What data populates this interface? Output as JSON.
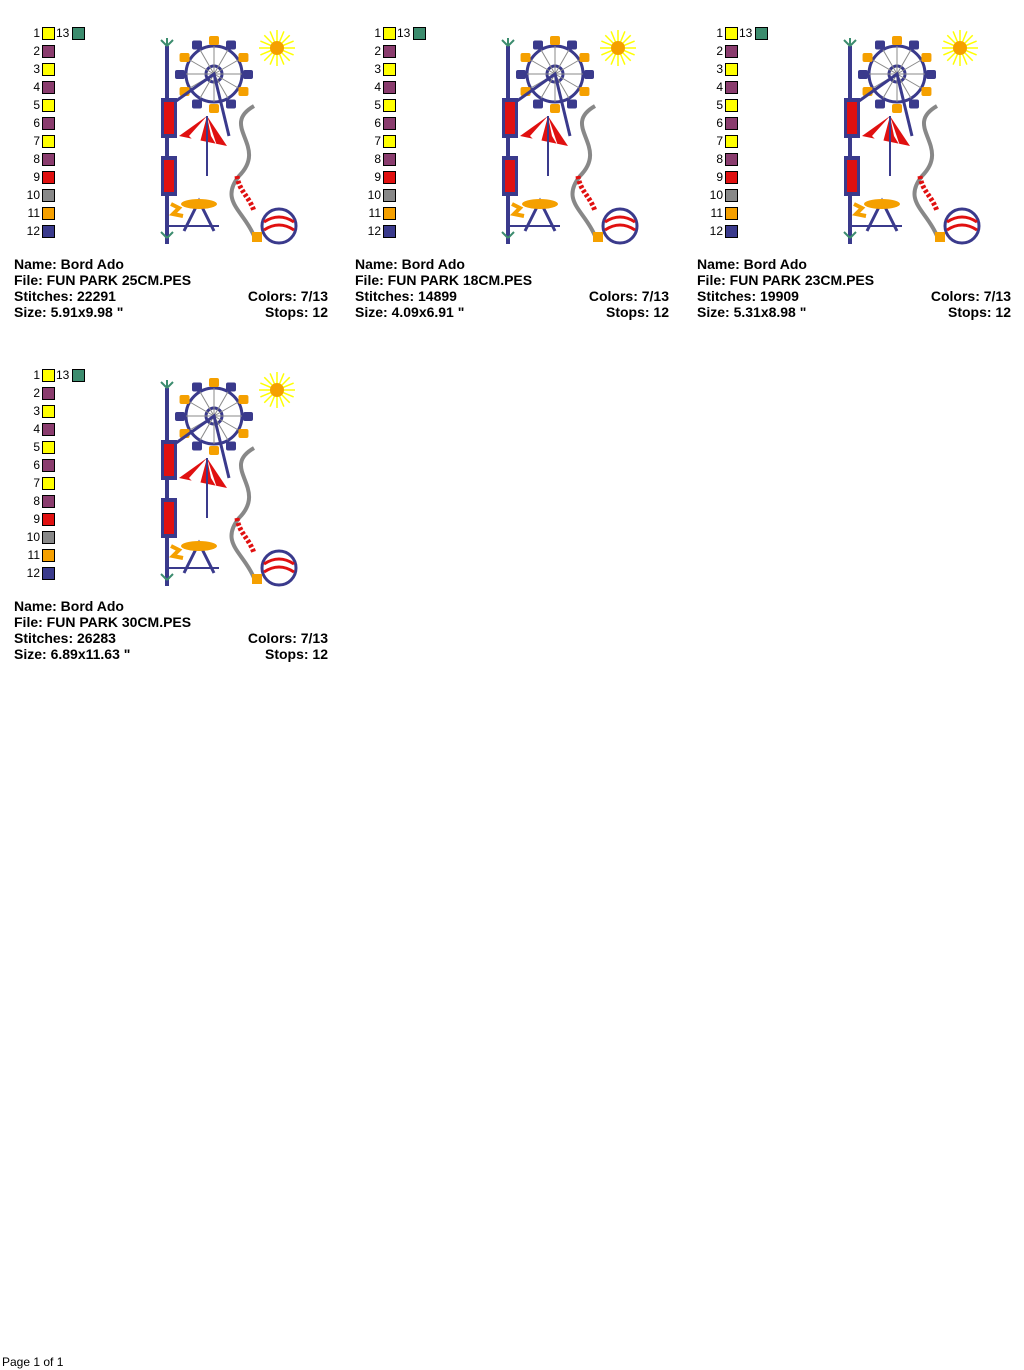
{
  "palette": [
    {
      "num": "1",
      "color": "#ffff00"
    },
    {
      "num": "2",
      "color": "#8a3c6e"
    },
    {
      "num": "3",
      "color": "#ffff00"
    },
    {
      "num": "4",
      "color": "#8a3c6e"
    },
    {
      "num": "5",
      "color": "#ffff00"
    },
    {
      "num": "6",
      "color": "#8a3c6e"
    },
    {
      "num": "7",
      "color": "#ffff00"
    },
    {
      "num": "8",
      "color": "#8a3c6e"
    },
    {
      "num": "9",
      "color": "#e01010"
    },
    {
      "num": "10",
      "color": "#888888"
    },
    {
      "num": "11",
      "color": "#f5a000"
    },
    {
      "num": "12",
      "color": "#3a3a8c"
    }
  ],
  "palette_extra": {
    "num": "13",
    "color": "#3c8c6e"
  },
  "cards": [
    {
      "name": "Name: Bord Ado",
      "file": "File: FUN PARK 25CM.PES",
      "stitches": "Stitches: 22291",
      "colors": "Colors: 7/13",
      "size": "Size: 5.91x9.98 \"",
      "stops": "Stops: 12"
    },
    {
      "name": "Name: Bord Ado",
      "file": "File: FUN PARK 18CM.PES",
      "stitches": "Stitches: 14899",
      "colors": "Colors: 7/13",
      "size": "Size: 4.09x6.91 \"",
      "stops": "Stops: 12"
    },
    {
      "name": "Name: Bord Ado",
      "file": "File: FUN PARK 23CM.PES",
      "stitches": "Stitches: 19909",
      "colors": "Colors: 7/13",
      "size": "Size: 5.31x8.98 \"",
      "stops": "Stops: 12"
    },
    {
      "name": "Name: Bord Ado",
      "file": "File: FUN PARK 30CM.PES",
      "stitches": "Stitches: 26283",
      "colors": "Colors: 7/13",
      "size": "Size: 6.89x11.63 \"",
      "stops": "Stops: 12"
    }
  ],
  "footer": {
    "page": "Page 1 of 1"
  }
}
